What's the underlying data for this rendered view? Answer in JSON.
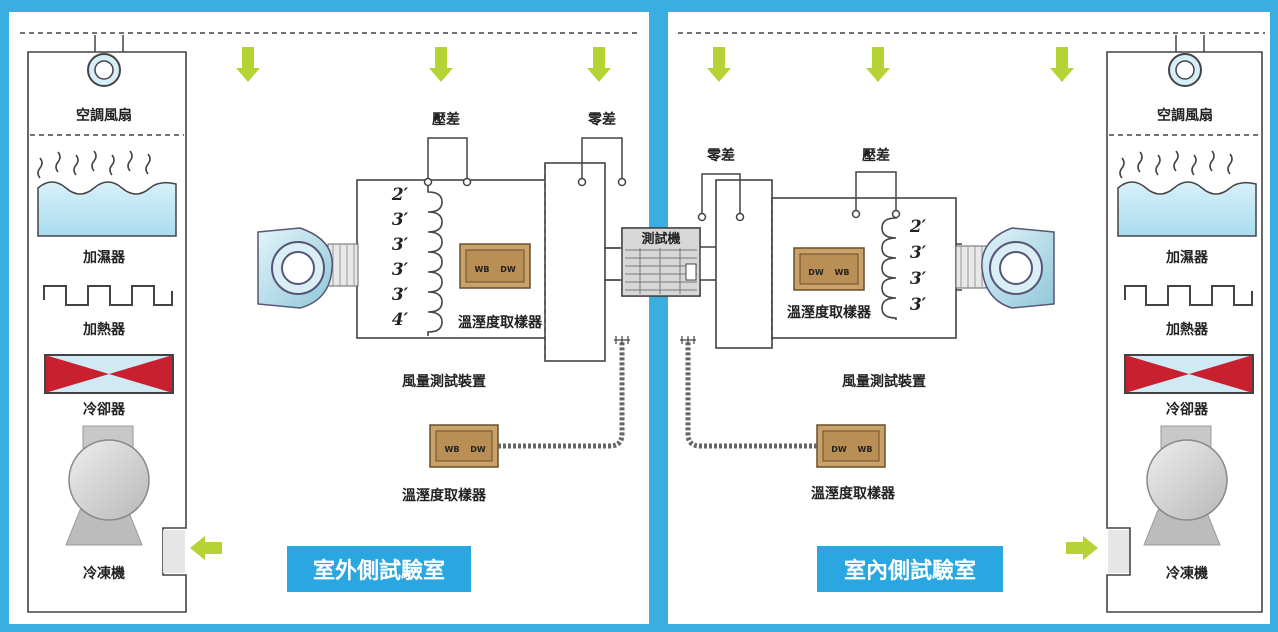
{
  "colors": {
    "frame": "#3aaee0",
    "water": "#bfe4f2",
    "arrow": "#b5d334",
    "sensor": "#c9a26a",
    "cooler_red": "#c8202f",
    "cooler_blue": "#cfeaf4",
    "title_bg": "#2aa7e0"
  },
  "outdoor": {
    "title": "室外側試驗室",
    "equipment": {
      "fan": "空調風扇",
      "humidifier": "加濕器",
      "heater": "加熱器",
      "cooler": "冷卻器",
      "refrigerator": "冷凍機"
    },
    "diff_pressure": "壓差",
    "zero_diff": "零差",
    "sampler_inner": "溫溼度取樣器",
    "airflow_device": "風量測試裝置",
    "sampler_outer": "溫溼度取樣器",
    "coil_labels": [
      "2′",
      "3′",
      "3′",
      "3′",
      "3′",
      "4′"
    ],
    "sampler_inner_tags": [
      "WB",
      "DW"
    ],
    "sampler_outer_tags": [
      "WB",
      "DW"
    ]
  },
  "unit": {
    "label": "測試機"
  },
  "indoor": {
    "title": "室內側試驗室",
    "equipment": {
      "fan": "空調風扇",
      "humidifier": "加濕器",
      "heater": "加熱器",
      "cooler": "冷卻器",
      "refrigerator": "冷凍機"
    },
    "diff_pressure": "壓差",
    "zero_diff": "零差",
    "sampler_inner": "溫溼度取樣器",
    "airflow_device": "風量測試裝置",
    "sampler_outer": "溫溼度取樣器",
    "coil_labels": [
      "2′",
      "3′",
      "3′",
      "3′"
    ],
    "sampler_inner_tags": [
      "DW",
      "WB"
    ],
    "sampler_outer_tags": [
      "DW",
      "WB"
    ]
  }
}
